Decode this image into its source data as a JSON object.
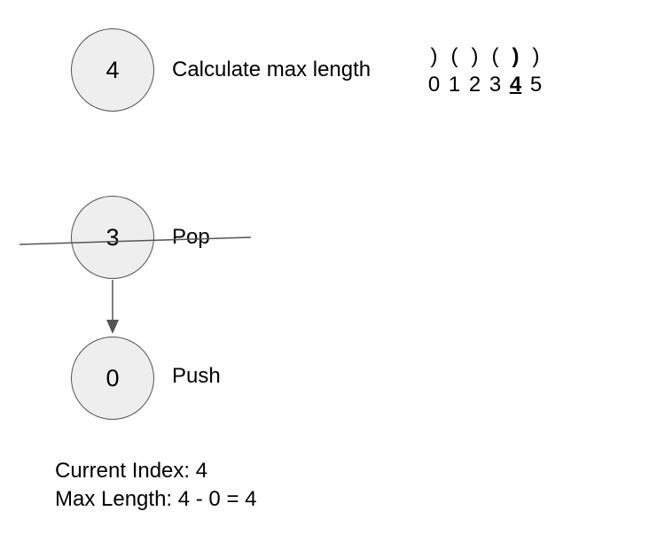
{
  "top_step": {
    "node_value": "4",
    "label": "Calculate max length"
  },
  "sequence": {
    "chars": [
      ")",
      "(",
      ")",
      "(",
      ")",
      ")"
    ],
    "indices": [
      "0",
      "1",
      "2",
      "3",
      "4",
      "5"
    ],
    "current_index": 4
  },
  "stack": {
    "popped": {
      "value": "3",
      "label": "Pop"
    },
    "pushed": {
      "value": "0",
      "label": "Push"
    }
  },
  "info": {
    "current_index": "Current Index: 4",
    "max_length": "Max Length: 4 - 0 = 4"
  },
  "colors": {
    "node_fill": "#eeeeee",
    "node_stroke": "#555555",
    "arrow": "#555555"
  }
}
